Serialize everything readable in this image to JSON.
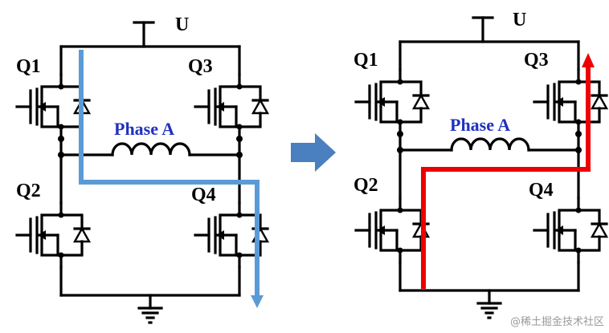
{
  "supply_label": "U",
  "phase_label": "Phase A",
  "colors": {
    "wire": "#000000",
    "phase_text": "#2030c0",
    "flow_left": "#5b9bd5",
    "flow_right": "#ee0000",
    "transition_arrow": "#4a7fc0"
  },
  "circuits": [
    {
      "id": "left",
      "transistors": {
        "top_left": "Q1",
        "top_right": "Q3",
        "bottom_left": "Q2",
        "bottom_right": "Q4"
      },
      "current_path_icon": "blue-arrow-path-icon"
    },
    {
      "id": "right",
      "transistors": {
        "top_left": "Q1",
        "top_right": "Q3",
        "bottom_left": "Q2",
        "bottom_right": "Q4"
      },
      "current_path_icon": "red-arrow-path-icon"
    }
  ],
  "watermark": "@稀土掘金技术社区"
}
